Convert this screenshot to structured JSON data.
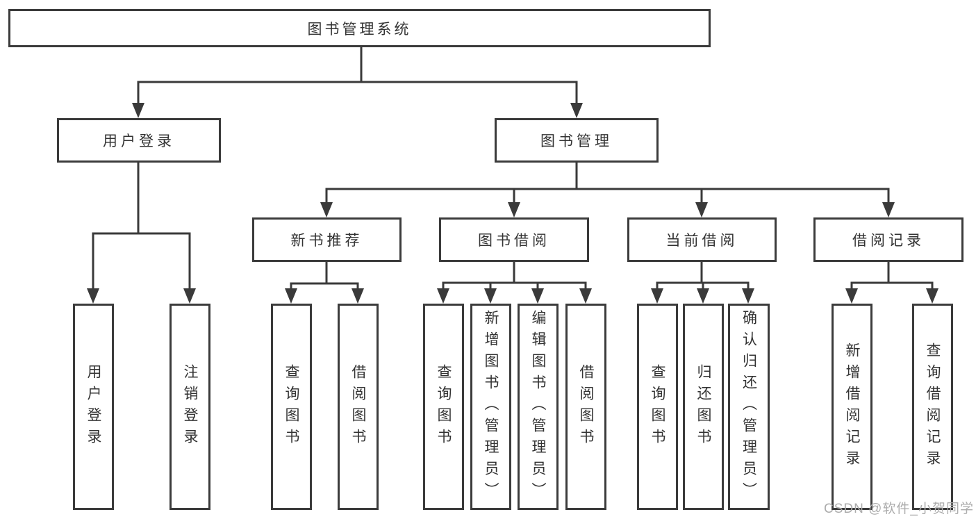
{
  "tree": {
    "label": "图书管理系统",
    "children": [
      {
        "label": "用户登录",
        "children": [
          {
            "label": "用户登录"
          },
          {
            "label": "注销登录"
          }
        ]
      },
      {
        "label": "图书管理",
        "children": [
          {
            "label": "新书推荐",
            "children": [
              {
                "label": "查询图书"
              },
              {
                "label": "借阅图书"
              }
            ]
          },
          {
            "label": "图书借阅",
            "children": [
              {
                "label": "查询图书"
              },
              {
                "label": "新增图书（管理员）"
              },
              {
                "label": "编辑图书（管理员）"
              },
              {
                "label": "借阅图书"
              }
            ]
          },
          {
            "label": "当前借阅",
            "children": [
              {
                "label": "查询图书"
              },
              {
                "label": "归还图书"
              },
              {
                "label": "确认归还（管理员）"
              }
            ]
          },
          {
            "label": "借阅记录",
            "children": [
              {
                "label": "新增借阅记录"
              },
              {
                "label": "查询借阅记录"
              }
            ]
          }
        ]
      }
    ]
  },
  "watermark": "CSDN @软件_小贺同学",
  "colors": {
    "line": "#3a3a3a",
    "box_border": "#3b3b3b",
    "text": "#333333",
    "watermark": "#acacac",
    "background": "#ffffff"
  }
}
